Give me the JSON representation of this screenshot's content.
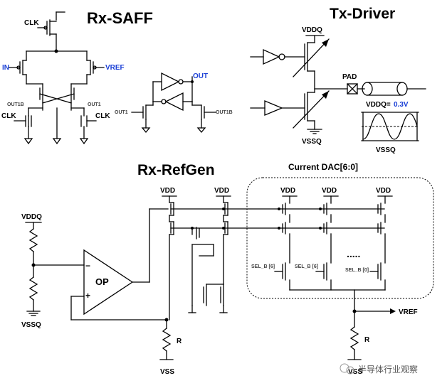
{
  "titles": {
    "rx_saff": "Rx-SAFF",
    "tx_driver": "Tx-Driver",
    "rx_refgen": "Rx-RefGen",
    "current_dac": "Current DAC[6:0]"
  },
  "rx_saff": {
    "clk_top": "CLK",
    "in": "IN",
    "vref": "VREF",
    "out1b": "OUT1B",
    "out1": "OUT1",
    "clk_left": "CLK",
    "clk_right": "CLK",
    "latch_out": "OUT",
    "latch_out1": "OUT1",
    "latch_out1b": "OUT1B"
  },
  "tx_driver": {
    "vddq": "VDDQ",
    "vssq": "VSSQ",
    "pad": "PAD",
    "vddq_eq": "VDDQ=",
    "vddq_val": "0.3V",
    "wave_vssq": "VSSQ"
  },
  "rx_refgen": {
    "vddq": "VDDQ",
    "vssq": "VSSQ",
    "op": "OP",
    "minus": "−",
    "plus": "+",
    "r_left": "R",
    "vss_left": "VSS",
    "vdd1": "VDD",
    "vdd2": "VDD",
    "vdd3": "VDD",
    "vdd4": "VDD",
    "vdd5": "VDD",
    "sel6a": "SEL_B [6]",
    "sel6b": "SEL_B [6]",
    "sel0": "SEL_B [0]",
    "dots": ".....",
    "vref": "VREF",
    "r_right": "R",
    "vss_right": "VSS"
  },
  "watermark": {
    "text": "半导体行业观察"
  },
  "colors": {
    "label_blue": "#1a3fd6",
    "wire": "#000000",
    "dac_border": "#000000"
  }
}
